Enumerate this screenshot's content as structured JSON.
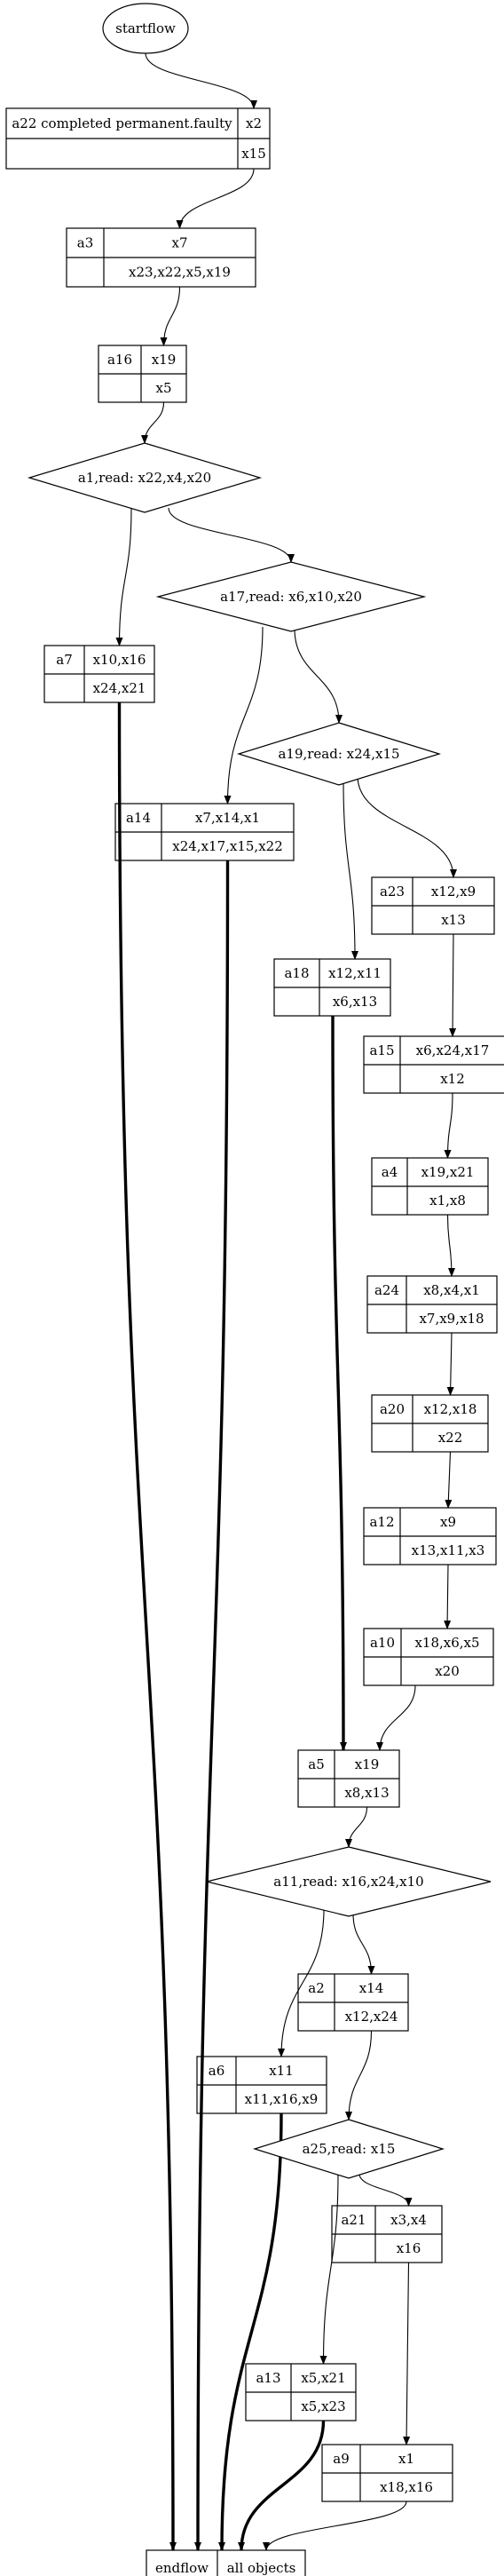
{
  "start": {
    "label": "startflow"
  },
  "end": {
    "label": "endflow",
    "objects": "all objects"
  },
  "activities": [
    {
      "id": "a22",
      "label": "a22 completed permanent.faulty",
      "top": "x2",
      "bottom": "x15"
    },
    {
      "id": "a3",
      "label": "a3",
      "top": "x7",
      "bottom": "x23,x22,x5,x19"
    },
    {
      "id": "a16",
      "label": "a16",
      "top": "x19",
      "bottom": "x5"
    },
    {
      "id": "a7",
      "label": "a7",
      "top": "x10,x16",
      "bottom": "x24,x21"
    },
    {
      "id": "a14",
      "label": "a14",
      "top": "x7,x14,x1",
      "bottom": "x24,x17,x15,x22"
    },
    {
      "id": "a23",
      "label": "a23",
      "top": "x12,x9",
      "bottom": "x13"
    },
    {
      "id": "a18",
      "label": "a18",
      "top": "x12,x11",
      "bottom": "x6,x13"
    },
    {
      "id": "a15",
      "label": "a15",
      "top": "x6,x24,x17",
      "bottom": "x12"
    },
    {
      "id": "a4",
      "label": "a4",
      "top": "x19,x21",
      "bottom": "x1,x8"
    },
    {
      "id": "a24",
      "label": "a24",
      "top": "x8,x4,x1",
      "bottom": "x7,x9,x18"
    },
    {
      "id": "a20",
      "label": "a20",
      "top": "x12,x18",
      "bottom": "x22"
    },
    {
      "id": "a12",
      "label": "a12",
      "top": "x9",
      "bottom": "x13,x11,x3"
    },
    {
      "id": "a10",
      "label": "a10",
      "top": "x18,x6,x5",
      "bottom": "x20"
    },
    {
      "id": "a5",
      "label": "a5",
      "top": "x19",
      "bottom": "x8,x13"
    },
    {
      "id": "a2",
      "label": "a2",
      "top": "x14",
      "bottom": "x12,x24"
    },
    {
      "id": "a6",
      "label": "a6",
      "top": "x11",
      "bottom": "x11,x16,x9"
    },
    {
      "id": "a21",
      "label": "a21",
      "top": "x3,x4",
      "bottom": "x16"
    },
    {
      "id": "a13",
      "label": "a13",
      "top": "x5,x21",
      "bottom": "x5,x23"
    },
    {
      "id": "a9",
      "label": "a9",
      "top": "x1",
      "bottom": "x18,x16"
    }
  ],
  "decisions": [
    {
      "id": "a1",
      "label": "a1,read: x22,x4,x20"
    },
    {
      "id": "a17",
      "label": "a17,read: x6,x10,x20"
    },
    {
      "id": "a19",
      "label": "a19,read: x24,x15"
    },
    {
      "id": "a11",
      "label": "a11,read: x16,x24,x10"
    },
    {
      "id": "a25",
      "label": "a25,read: x15"
    }
  ],
  "edges": [
    {
      "from": "start",
      "to": "a22",
      "bold": false
    },
    {
      "from": "a22",
      "to": "a3",
      "bold": false
    },
    {
      "from": "a3",
      "to": "a16",
      "bold": false
    },
    {
      "from": "a16",
      "to": "a1",
      "bold": false
    },
    {
      "from": "a1",
      "to": "a7",
      "bold": false
    },
    {
      "from": "a1",
      "to": "a17",
      "bold": false
    },
    {
      "from": "a17",
      "to": "a14",
      "bold": false
    },
    {
      "from": "a17",
      "to": "a19",
      "bold": false
    },
    {
      "from": "a19",
      "to": "a18",
      "bold": false
    },
    {
      "from": "a19",
      "to": "a23",
      "bold": false
    },
    {
      "from": "a23",
      "to": "a15",
      "bold": false
    },
    {
      "from": "a15",
      "to": "a4",
      "bold": false
    },
    {
      "from": "a4",
      "to": "a24",
      "bold": false
    },
    {
      "from": "a24",
      "to": "a20",
      "bold": false
    },
    {
      "from": "a20",
      "to": "a12",
      "bold": false
    },
    {
      "from": "a12",
      "to": "a10",
      "bold": false
    },
    {
      "from": "a10",
      "to": "a5",
      "bold": false
    },
    {
      "from": "a18",
      "to": "a5",
      "bold": true
    },
    {
      "from": "a5",
      "to": "a11",
      "bold": false
    },
    {
      "from": "a11",
      "to": "a6",
      "bold": false
    },
    {
      "from": "a11",
      "to": "a2",
      "bold": false
    },
    {
      "from": "a2",
      "to": "a25",
      "bold": false
    },
    {
      "from": "a25",
      "to": "a13",
      "bold": false
    },
    {
      "from": "a25",
      "to": "a21",
      "bold": false
    },
    {
      "from": "a21",
      "to": "a9",
      "bold": false
    },
    {
      "from": "a7",
      "to": "end",
      "bold": true
    },
    {
      "from": "a14",
      "to": "end",
      "bold": true
    },
    {
      "from": "a6",
      "to": "end",
      "bold": true
    },
    {
      "from": "a13",
      "to": "end",
      "bold": true
    },
    {
      "from": "a9",
      "to": "end",
      "bold": false
    }
  ]
}
